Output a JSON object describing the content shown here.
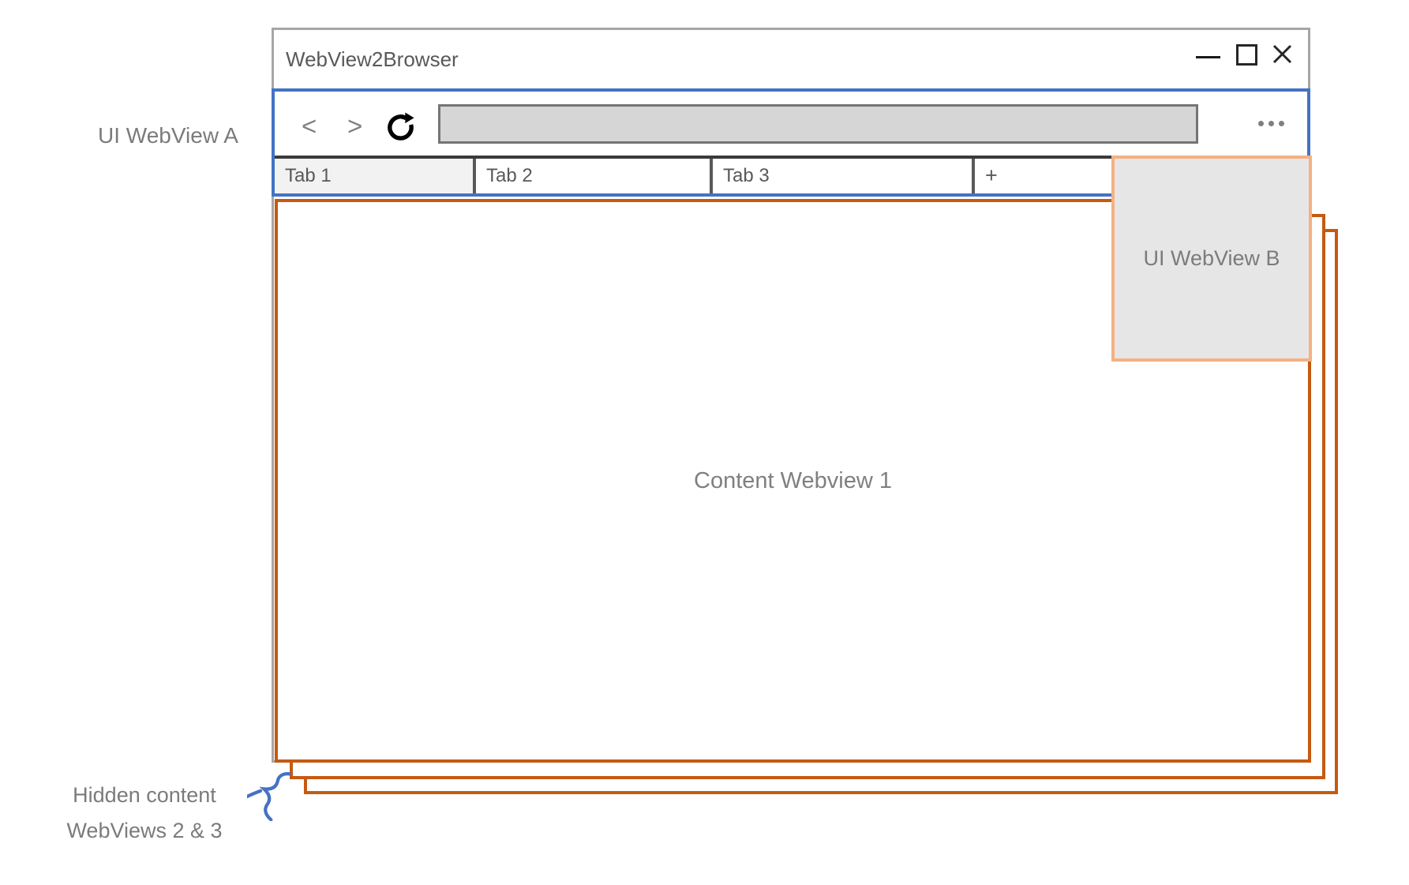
{
  "annotations": {
    "ui_webview_a": "UI WebView A",
    "ui_webview_b": "UI WebView B",
    "hidden_content_line1": "Hidden content",
    "hidden_content_line2": "WebViews 2 & 3"
  },
  "window": {
    "title": "WebView2Browser",
    "controls": {
      "minimize_icon": "minimize-dash",
      "maximize_icon": "maximize-square",
      "close_icon": "close-x"
    }
  },
  "navigation": {
    "back_glyph": "<",
    "forward_glyph": ">",
    "refresh_icon": "refresh-circular-arrow",
    "address_bar_value": "",
    "more_icon": "ellipsis-dots"
  },
  "tab_bar": {
    "tabs": [
      {
        "label": "Tab 1",
        "active": true
      },
      {
        "label": "Tab 2",
        "active": false
      },
      {
        "label": "Tab 3",
        "active": false
      }
    ],
    "new_tab_label": "+"
  },
  "content": {
    "webview1_label": "Content Webview 1"
  },
  "colors": {
    "window_border": "#a6a6a6",
    "ui_webview_a_border": "#4472c4",
    "ui_webview_b_border": "#f4b183",
    "ui_webview_b_fill": "#e7e6e6",
    "content_webview_border": "#c55a11",
    "annotation_text": "#7b7b7b",
    "brace": "#4472c4"
  }
}
